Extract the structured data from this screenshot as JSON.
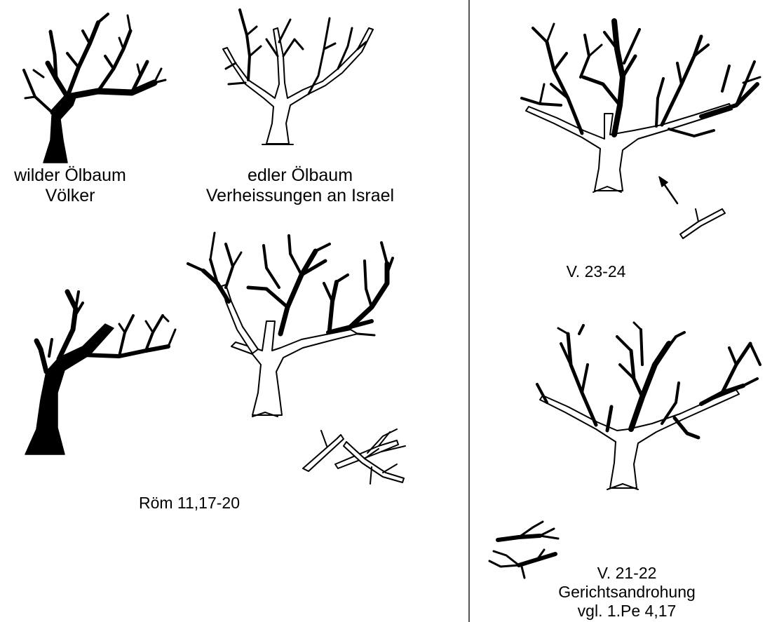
{
  "colors": {
    "ink": "#000000",
    "paper": "#ffffff",
    "divider": "#555555"
  },
  "labels": {
    "wild_tree": [
      "wilder Ölbaum",
      "Völker"
    ],
    "noble_tree": [
      "edler Ölbaum",
      "Verheissungen an Israel"
    ],
    "romans_ref": "Röm 11,17-20",
    "v23_24": "V. 23-24",
    "v21_22": [
      "V. 21-22",
      "Gerichtsandrohung",
      "vgl. 1.Pe 4,17"
    ]
  },
  "icons": {
    "wild_tree_top": "wild-olive-tree-icon",
    "noble_tree_top": "noble-olive-tree-icon",
    "wild_tree_cut": "wild-olive-tree-cut-icon",
    "grafted_tree": "grafted-olive-tree-icon",
    "broken_branches": "broken-branches-icon",
    "regrafted_tree": "regrafted-olive-tree-icon",
    "regraft_arrow": "arrow-up-left-icon",
    "regraft_branch": "natural-branch-icon",
    "judgment_tree": "judgment-olive-tree-icon",
    "cut_branches": "cut-off-branches-icon"
  }
}
